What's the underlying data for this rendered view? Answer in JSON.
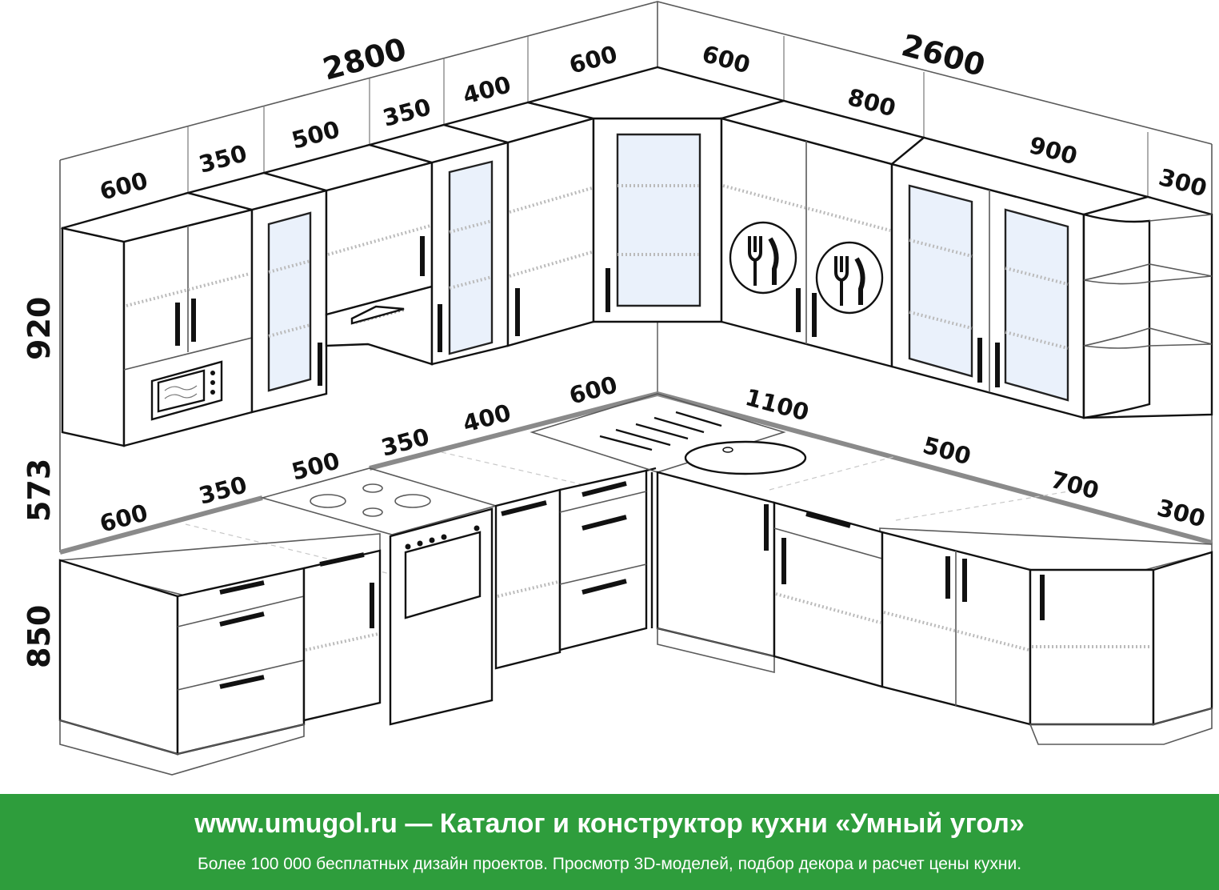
{
  "dimensions": {
    "wall_left_total": "2800",
    "wall_right_total": "2600",
    "upper_left": [
      "600",
      "350",
      "500",
      "350",
      "400",
      "600"
    ],
    "upper_right": [
      "600",
      "800",
      "900",
      "300"
    ],
    "lower_left": [
      "600",
      "350",
      "500",
      "350",
      "400",
      "600"
    ],
    "lower_right": [
      "1100",
      "500",
      "700",
      "300"
    ],
    "height_upper": "920",
    "height_gap": "573",
    "height_lower": "850"
  },
  "footer": {
    "title": "www.umugol.ru — Каталог и конструктор кухни «Умный угол»",
    "subtitle": "Более 100 000 бесплатных дизайн проектов. Просмотр 3D-моделей, подбор декора и расчет цены кухни."
  },
  "colors": {
    "footer_bg": "#2e9d3c",
    "glass": "#eaf1fb",
    "countertop_edge": "#8a8a8a"
  },
  "icons": [
    "microwave-icon",
    "range-hood-icon",
    "fork-knife-icon",
    "gas-hob-icon",
    "sink-icon",
    "oven-icon"
  ]
}
